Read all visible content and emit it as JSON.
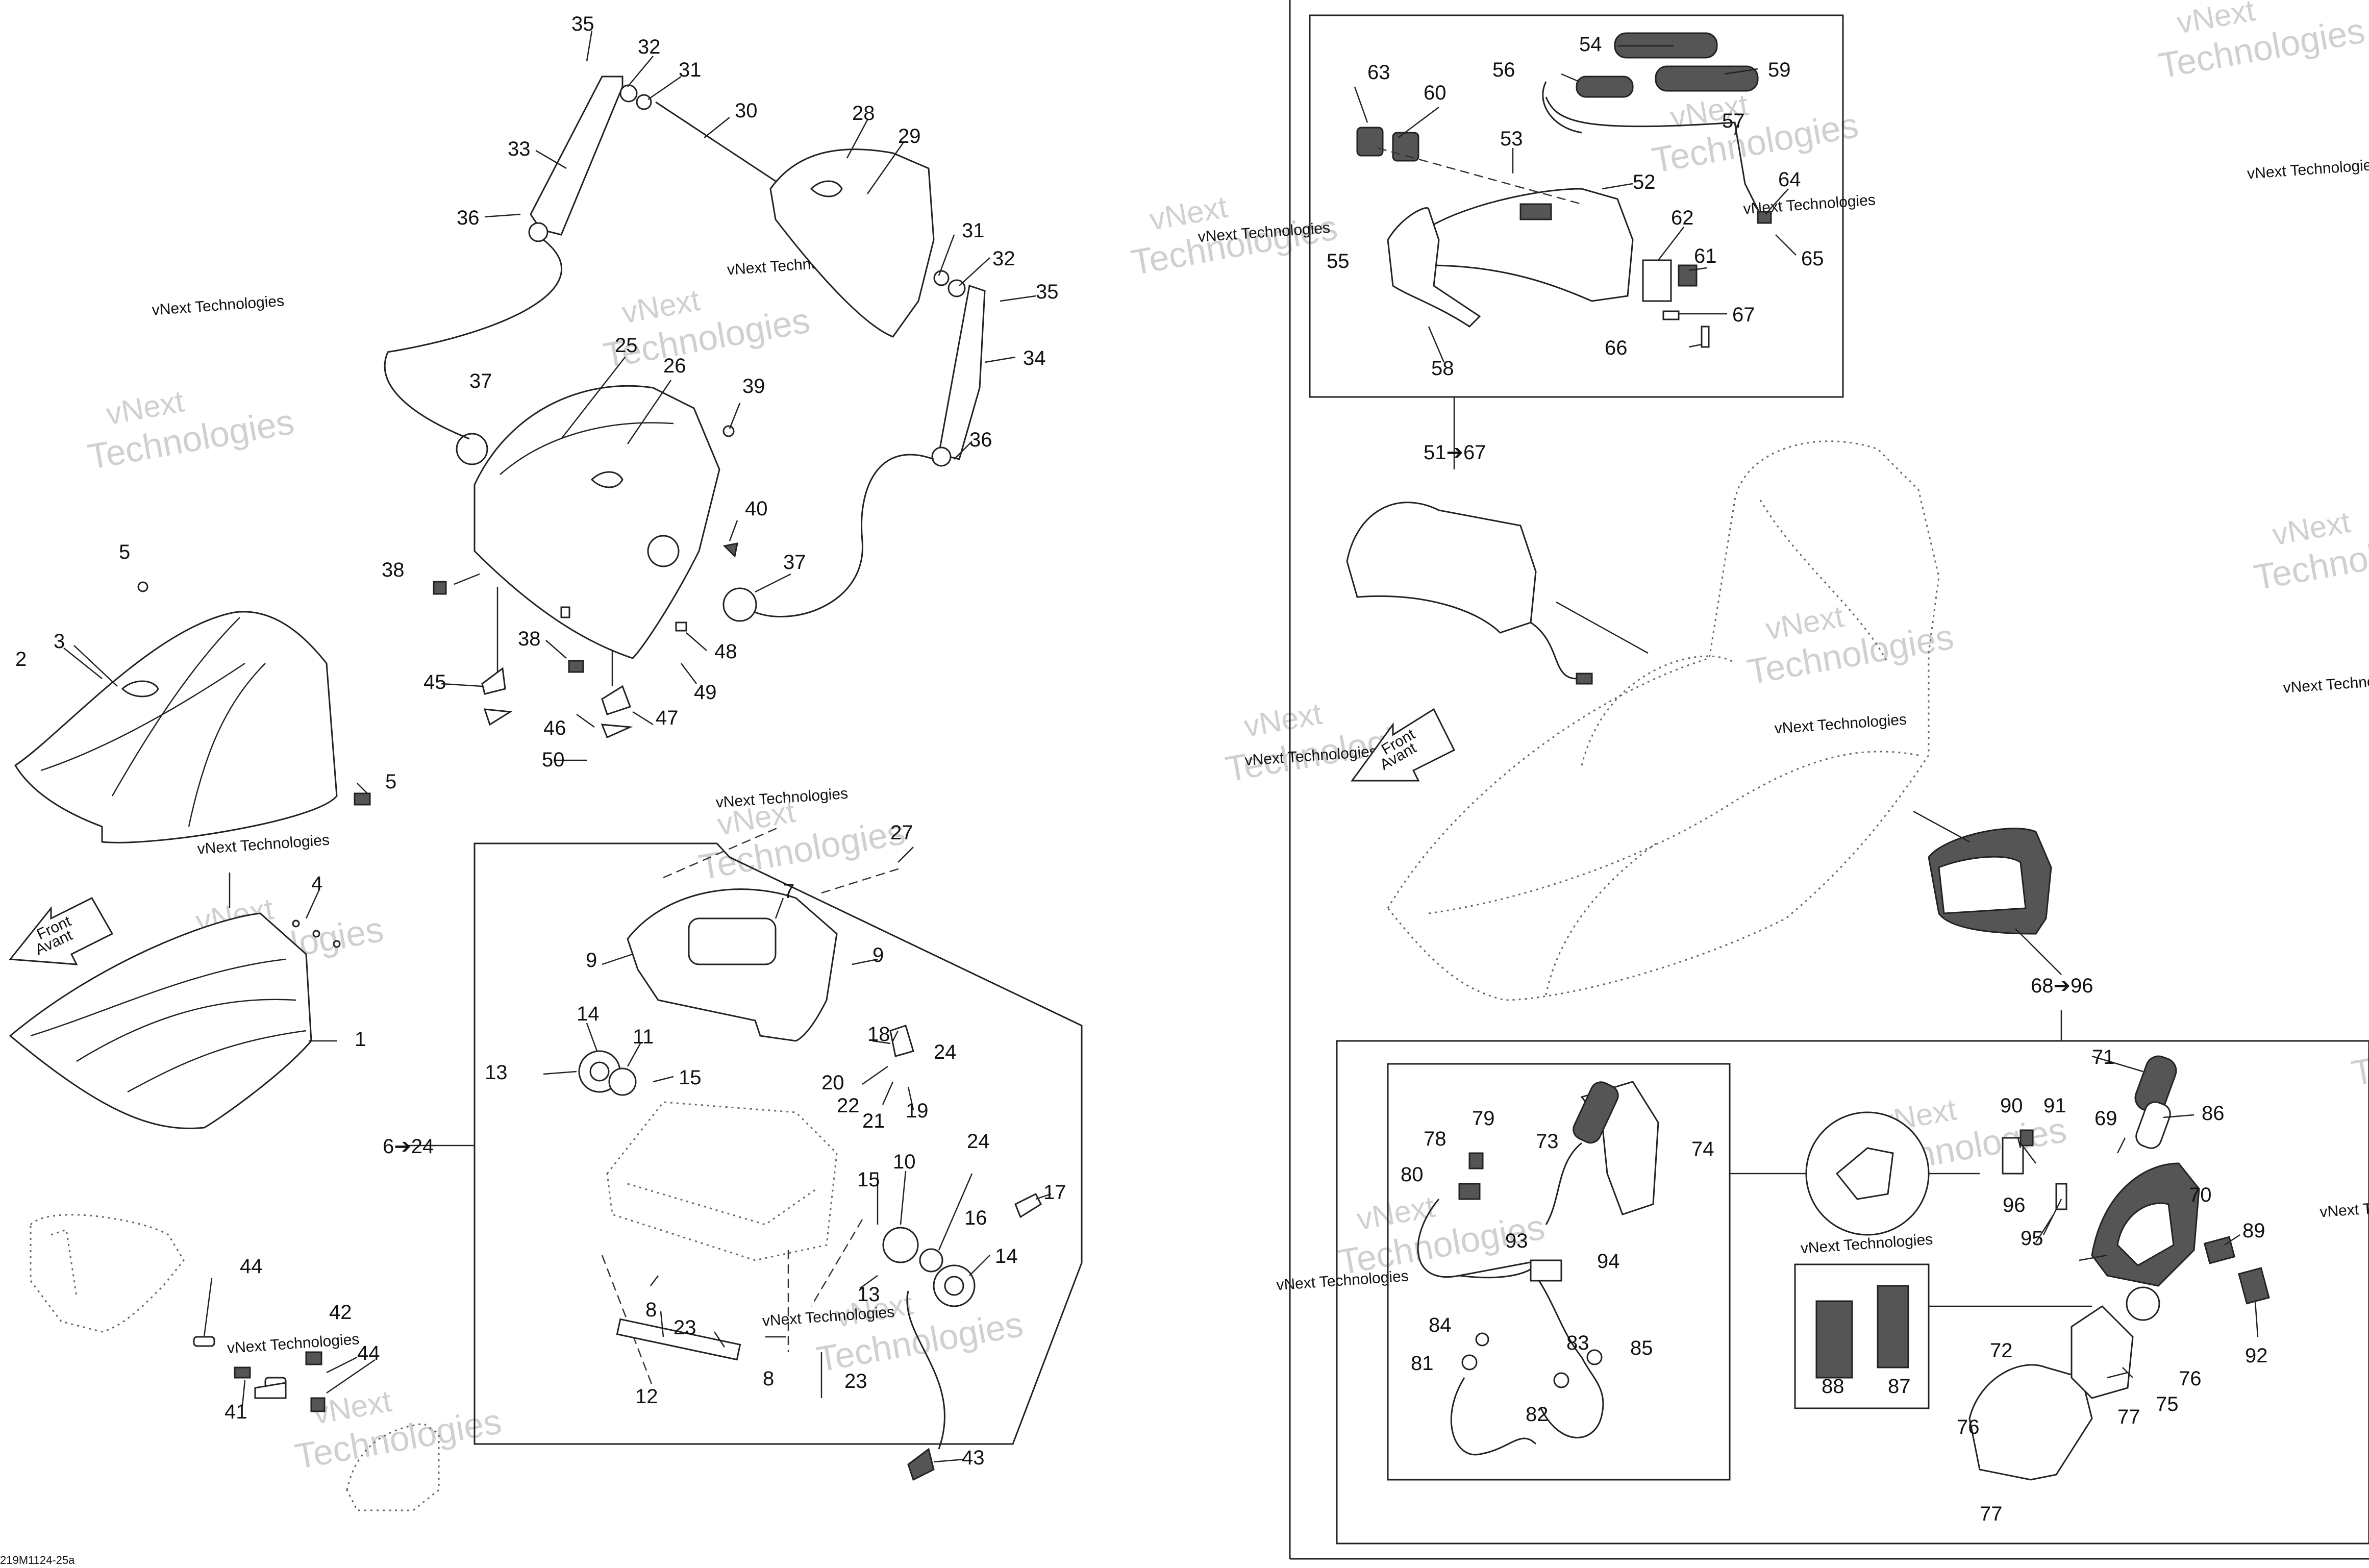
{
  "drawing": {
    "code": "219M1124-25a",
    "watermark_line1": "vNext",
    "watermark_line2": "Technologies",
    "watermark_small": "vNext Technologies",
    "front_label": "Front",
    "front_label_fr": "Avant"
  },
  "callouts": {
    "c1": "1",
    "c2": "2",
    "c3": "3",
    "c4": "4",
    "c5a": "5",
    "c5b": "5",
    "c6_24": "6➔24",
    "c7": "7",
    "c8a": "8",
    "c8b": "8",
    "c9a": "9",
    "c9b": "9",
    "c10": "10",
    "c11": "11",
    "c12": "12",
    "c13a": "13",
    "c13b": "13",
    "c14a": "14",
    "c14b": "14",
    "c15a": "15",
    "c15b": "15",
    "c16": "16",
    "c17": "17",
    "c18": "18",
    "c19": "19",
    "c20": "20",
    "c21": "21",
    "c22": "22",
    "c23a": "23",
    "c23b": "23",
    "c24a": "24",
    "c24b": "24",
    "c25": "25",
    "c26": "26",
    "c27": "27",
    "c28": "28",
    "c29": "29",
    "c30": "30",
    "c31a": "31",
    "c31b": "31",
    "c32a": "32",
    "c32b": "32",
    "c33": "33",
    "c34": "34",
    "c35a": "35",
    "c35b": "35",
    "c36a": "36",
    "c36b": "36",
    "c37a": "37",
    "c37b": "37",
    "c38a": "38",
    "c38b": "38",
    "c39": "39",
    "c40": "40",
    "c41": "41",
    "c42": "42",
    "c43": "43",
    "c44a": "44",
    "c44b": "44",
    "c45": "45",
    "c46": "46",
    "c47": "47",
    "c48": "48",
    "c49": "49",
    "c50": "50",
    "c51_67": "51➔67",
    "c52": "52",
    "c53": "53",
    "c54": "54",
    "c55": "55",
    "c56": "56",
    "c57": "57",
    "c58": "58",
    "c59": "59",
    "c60": "60",
    "c61": "61",
    "c62": "62",
    "c63": "63",
    "c64": "64",
    "c65": "65",
    "c66": "66",
    "c67": "67",
    "c68_96": "68➔96",
    "c69": "69",
    "c70": "70",
    "c71": "71",
    "c72": "72",
    "c73": "73",
    "c74": "74",
    "c75": "75",
    "c76a": "76",
    "c76b": "76",
    "c77a": "77",
    "c77b": "77",
    "c78": "78",
    "c79": "79",
    "c80": "80",
    "c81": "81",
    "c82": "82",
    "c83": "83",
    "c84": "84",
    "c85": "85",
    "c86": "86",
    "c87": "87",
    "c88": "88",
    "c89": "89",
    "c90": "90",
    "c91": "91",
    "c92": "92",
    "c93": "93",
    "c94": "94",
    "c95": "95",
    "c96": "96"
  },
  "colors": {
    "line": "#222222",
    "watermark": "#d0d0d0",
    "background": "#ffffff"
  }
}
